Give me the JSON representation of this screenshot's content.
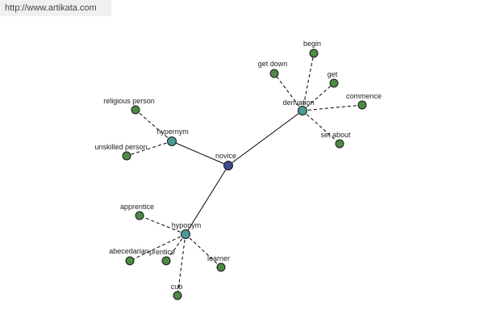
{
  "watermark": "http://www.artikata.com",
  "colors": {
    "root": "#3d4a8e",
    "relation": "#4a9a96",
    "leaf": "#4e8a45"
  },
  "nodes": [
    {
      "id": "novice",
      "label": "novice",
      "kind": "root"
    },
    {
      "id": "hypernym",
      "label": "hypernym",
      "kind": "relation"
    },
    {
      "id": "derivation",
      "label": "derivation",
      "kind": "relation"
    },
    {
      "id": "hyponym",
      "label": "hyponym",
      "kind": "relation"
    },
    {
      "id": "religious-person",
      "label": "religious person",
      "kind": "leaf"
    },
    {
      "id": "unskilled-person",
      "label": "unskilled person",
      "kind": "leaf"
    },
    {
      "id": "get-down",
      "label": "get down",
      "kind": "leaf"
    },
    {
      "id": "begin",
      "label": "begin",
      "kind": "leaf"
    },
    {
      "id": "get",
      "label": "get",
      "kind": "leaf"
    },
    {
      "id": "commence",
      "label": "commence",
      "kind": "leaf"
    },
    {
      "id": "set-about",
      "label": "set about",
      "kind": "leaf"
    },
    {
      "id": "apprentice",
      "label": "apprentice",
      "kind": "leaf"
    },
    {
      "id": "abecedarian",
      "label": "abecedarian",
      "kind": "leaf"
    },
    {
      "id": "prentice",
      "label": "prentice",
      "kind": "leaf"
    },
    {
      "id": "learner",
      "label": "learner",
      "kind": "leaf"
    },
    {
      "id": "cub",
      "label": "cub",
      "kind": "leaf"
    }
  ],
  "edges": [
    {
      "from": "novice",
      "to": "hypernym",
      "style": "solid"
    },
    {
      "from": "novice",
      "to": "derivation",
      "style": "solid"
    },
    {
      "from": "novice",
      "to": "hyponym",
      "style": "solid"
    },
    {
      "from": "hypernym",
      "to": "religious-person",
      "style": "dashed"
    },
    {
      "from": "hypernym",
      "to": "unskilled-person",
      "style": "dashed"
    },
    {
      "from": "derivation",
      "to": "get-down",
      "style": "dashed"
    },
    {
      "from": "derivation",
      "to": "begin",
      "style": "dashed"
    },
    {
      "from": "derivation",
      "to": "get",
      "style": "dashed"
    },
    {
      "from": "derivation",
      "to": "commence",
      "style": "dashed"
    },
    {
      "from": "derivation",
      "to": "set-about",
      "style": "dashed"
    },
    {
      "from": "hyponym",
      "to": "apprentice",
      "style": "dashed"
    },
    {
      "from": "hyponym",
      "to": "abecedarian",
      "style": "dashed"
    },
    {
      "from": "hyponym",
      "to": "prentice",
      "style": "dashed"
    },
    {
      "from": "hyponym",
      "to": "learner",
      "style": "dashed"
    },
    {
      "from": "hyponym",
      "to": "cub",
      "style": "dashed"
    }
  ]
}
